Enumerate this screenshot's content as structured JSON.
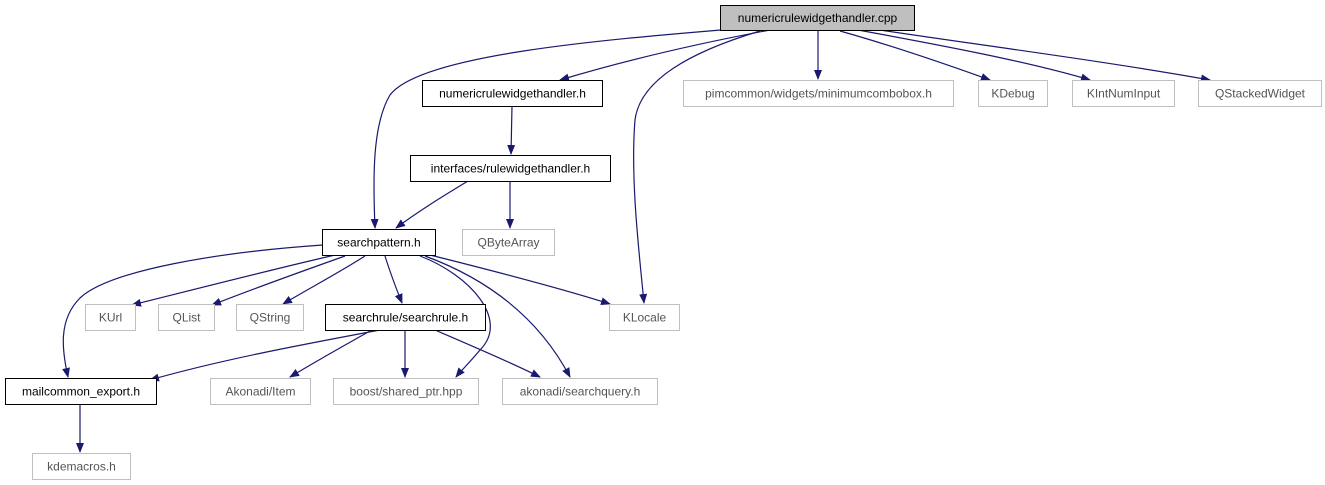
{
  "diagram": {
    "nodes": {
      "numericrulewidgethandler_cpp": {
        "label": "numericrulewidgethandler.cpp",
        "kind": "root"
      },
      "numericrulewidgethandler_h": {
        "label": "numericrulewidgethandler.h",
        "kind": "internal"
      },
      "minimumcombobox_h": {
        "label": "pimcommon/widgets/minimumcombobox.h",
        "kind": "external"
      },
      "kdebug": {
        "label": "KDebug",
        "kind": "external"
      },
      "kintnuminput": {
        "label": "KIntNumInput",
        "kind": "external"
      },
      "qstackedwidget": {
        "label": "QStackedWidget",
        "kind": "external"
      },
      "rulewidgethandler_h": {
        "label": "interfaces/rulewidgethandler.h",
        "kind": "internal"
      },
      "searchpattern_h": {
        "label": "searchpattern.h",
        "kind": "internal"
      },
      "qbytearray": {
        "label": "QByteArray",
        "kind": "external"
      },
      "kurl": {
        "label": "KUrl",
        "kind": "external"
      },
      "qlist": {
        "label": "QList",
        "kind": "external"
      },
      "qstring": {
        "label": "QString",
        "kind": "external"
      },
      "searchrule_h": {
        "label": "searchrule/searchrule.h",
        "kind": "internal"
      },
      "klocale": {
        "label": "KLocale",
        "kind": "external"
      },
      "mailcommon_export_h": {
        "label": "mailcommon_export.h",
        "kind": "internal"
      },
      "akonadi_item": {
        "label": "Akonadi/Item",
        "kind": "external"
      },
      "shared_ptr_hpp": {
        "label": "boost/shared_ptr.hpp",
        "kind": "external"
      },
      "searchquery_h": {
        "label": "akonadi/searchquery.h",
        "kind": "external"
      },
      "kdemacros_h": {
        "label": "kdemacros.h",
        "kind": "external"
      }
    },
    "edges": [
      [
        "numericrulewidgethandler_cpp",
        "searchpattern_h"
      ],
      [
        "numericrulewidgethandler_cpp",
        "numericrulewidgethandler_h"
      ],
      [
        "numericrulewidgethandler_cpp",
        "klocale"
      ],
      [
        "numericrulewidgethandler_cpp",
        "minimumcombobox_h"
      ],
      [
        "numericrulewidgethandler_cpp",
        "kdebug"
      ],
      [
        "numericrulewidgethandler_cpp",
        "kintnuminput"
      ],
      [
        "numericrulewidgethandler_cpp",
        "qstackedwidget"
      ],
      [
        "numericrulewidgethandler_h",
        "rulewidgethandler_h"
      ],
      [
        "rulewidgethandler_h",
        "searchpattern_h"
      ],
      [
        "rulewidgethandler_h",
        "qbytearray"
      ],
      [
        "searchpattern_h",
        "mailcommon_export_h"
      ],
      [
        "searchpattern_h",
        "kurl"
      ],
      [
        "searchpattern_h",
        "qlist"
      ],
      [
        "searchpattern_h",
        "qstring"
      ],
      [
        "searchpattern_h",
        "searchrule_h"
      ],
      [
        "searchpattern_h",
        "shared_ptr_hpp"
      ],
      [
        "searchpattern_h",
        "searchquery_h"
      ],
      [
        "searchpattern_h",
        "klocale"
      ],
      [
        "searchrule_h",
        "mailcommon_export_h"
      ],
      [
        "searchrule_h",
        "akonadi_item"
      ],
      [
        "searchrule_h",
        "shared_ptr_hpp"
      ],
      [
        "searchrule_h",
        "searchquery_h"
      ],
      [
        "mailcommon_export_h",
        "kdemacros_h"
      ]
    ],
    "colors": {
      "edge": "#191970",
      "root_fill": "#bfbfbf",
      "internal_border": "#000000",
      "external_border": "#bfbfbf"
    }
  }
}
